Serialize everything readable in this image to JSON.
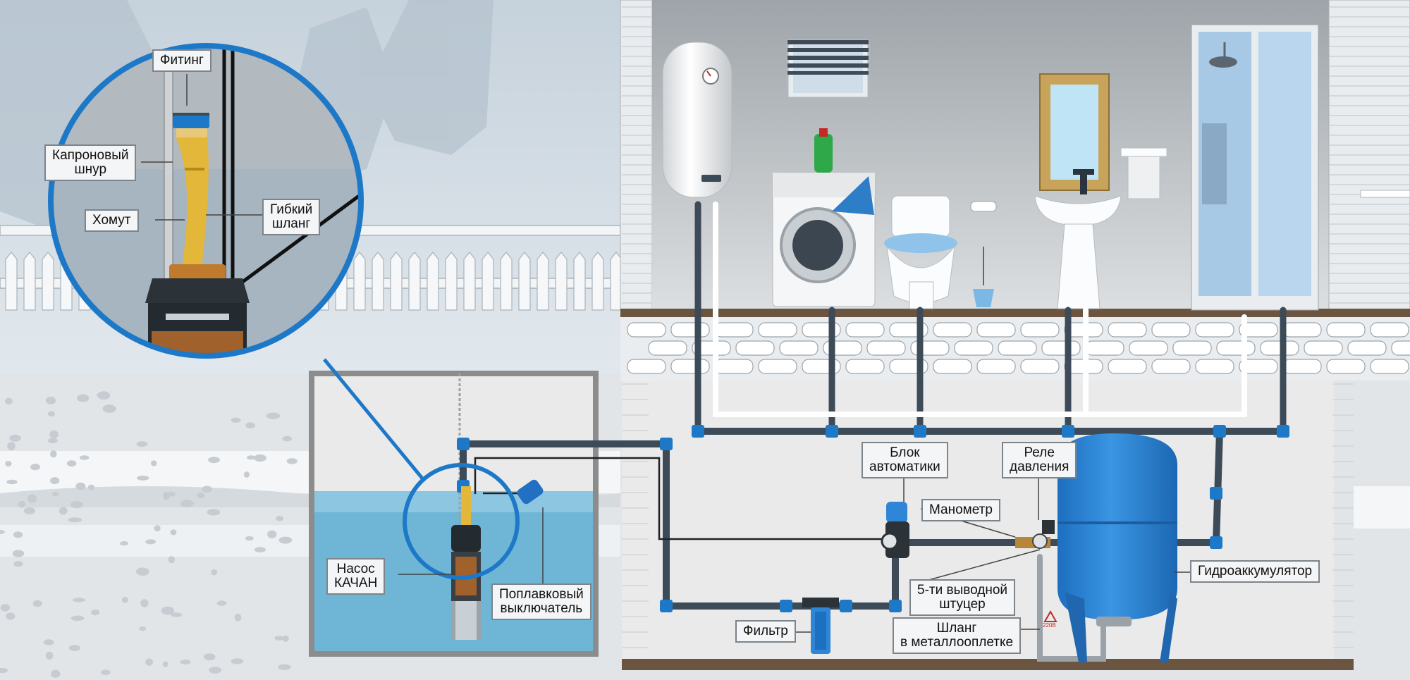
{
  "labels": {
    "fitting": "Фитинг",
    "capron_cord": [
      "Капроновый",
      "шнур"
    ],
    "clamp": "Хомут",
    "flex_hose": [
      "Гибкий",
      "шланг"
    ],
    "pump": [
      "Насос",
      "КАЧАН"
    ],
    "float_switch": [
      "Поплавковый",
      "выключатель"
    ],
    "control_unit": [
      "Блок",
      "автоматики"
    ],
    "pressure_relay": [
      "Реле",
      "давления"
    ],
    "manometer": "Манометр",
    "five_way_fitting": [
      "5-ти выводной",
      "штуцер"
    ],
    "braided_hose": [
      "Шланг",
      "в металлооплетке"
    ],
    "hydro_accumulator": "Гидроаккумулятор",
    "filter": "Фильтр",
    "warning_sign": "220В"
  },
  "colors": {
    "pipe_dark": "#3d4a57",
    "pipe_joint": "#1e78c8",
    "tank_blue": "#2f86d6",
    "water": "#6fb6d6",
    "frame": "#7d848a"
  }
}
